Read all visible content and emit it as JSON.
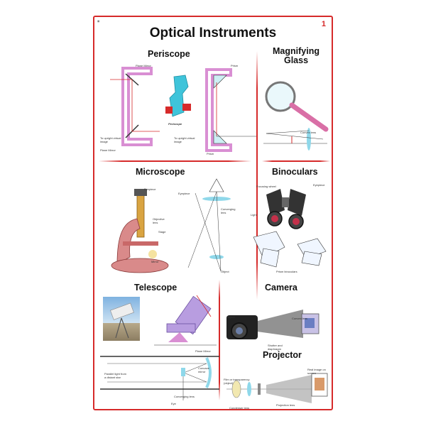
{
  "header": {
    "title": "Optical Instruments",
    "page_number": "1"
  },
  "sections": {
    "periscope": "Periscope",
    "magnifying_glass_line1": "Magnifying",
    "magnifying_glass_line2": "Glass",
    "microscope": "Microscope",
    "binoculars": "Binoculars",
    "telescope": "Telescope",
    "camera": "Camera",
    "projector": "Projector"
  },
  "labels": {
    "plane_mirror": "Plane Mirror",
    "prism": "Prism",
    "periscope_caption": "Periscope",
    "upright_virtual_image": "To upright virtual image",
    "convex_lens": "Convex lens",
    "eyepiece": "Eyepiece",
    "objective_lens": "Objective lens",
    "stage": "Stage",
    "mirror": "Mirror",
    "object": "Object",
    "focusing_wheel": "Focusing wheel",
    "prism_binoculars": "Prism binoculars",
    "converging_lens": "Converging lens",
    "light": "Light",
    "shutter_diaphragm": "Shutter and diaphragm",
    "parallel_light": "Parallel light from a distant star",
    "concave_mirror": "Concave mirror",
    "eye": "Eye",
    "film_transparency": "Film or transparency (object)",
    "real_image": "Real image on screen",
    "condenser_lens": "Condenser lens",
    "projection_lens": "Projection lens"
  },
  "colors": {
    "accent": "#d62a2a",
    "structure": "#d98fd3",
    "lens": "#8fd8ea"
  }
}
